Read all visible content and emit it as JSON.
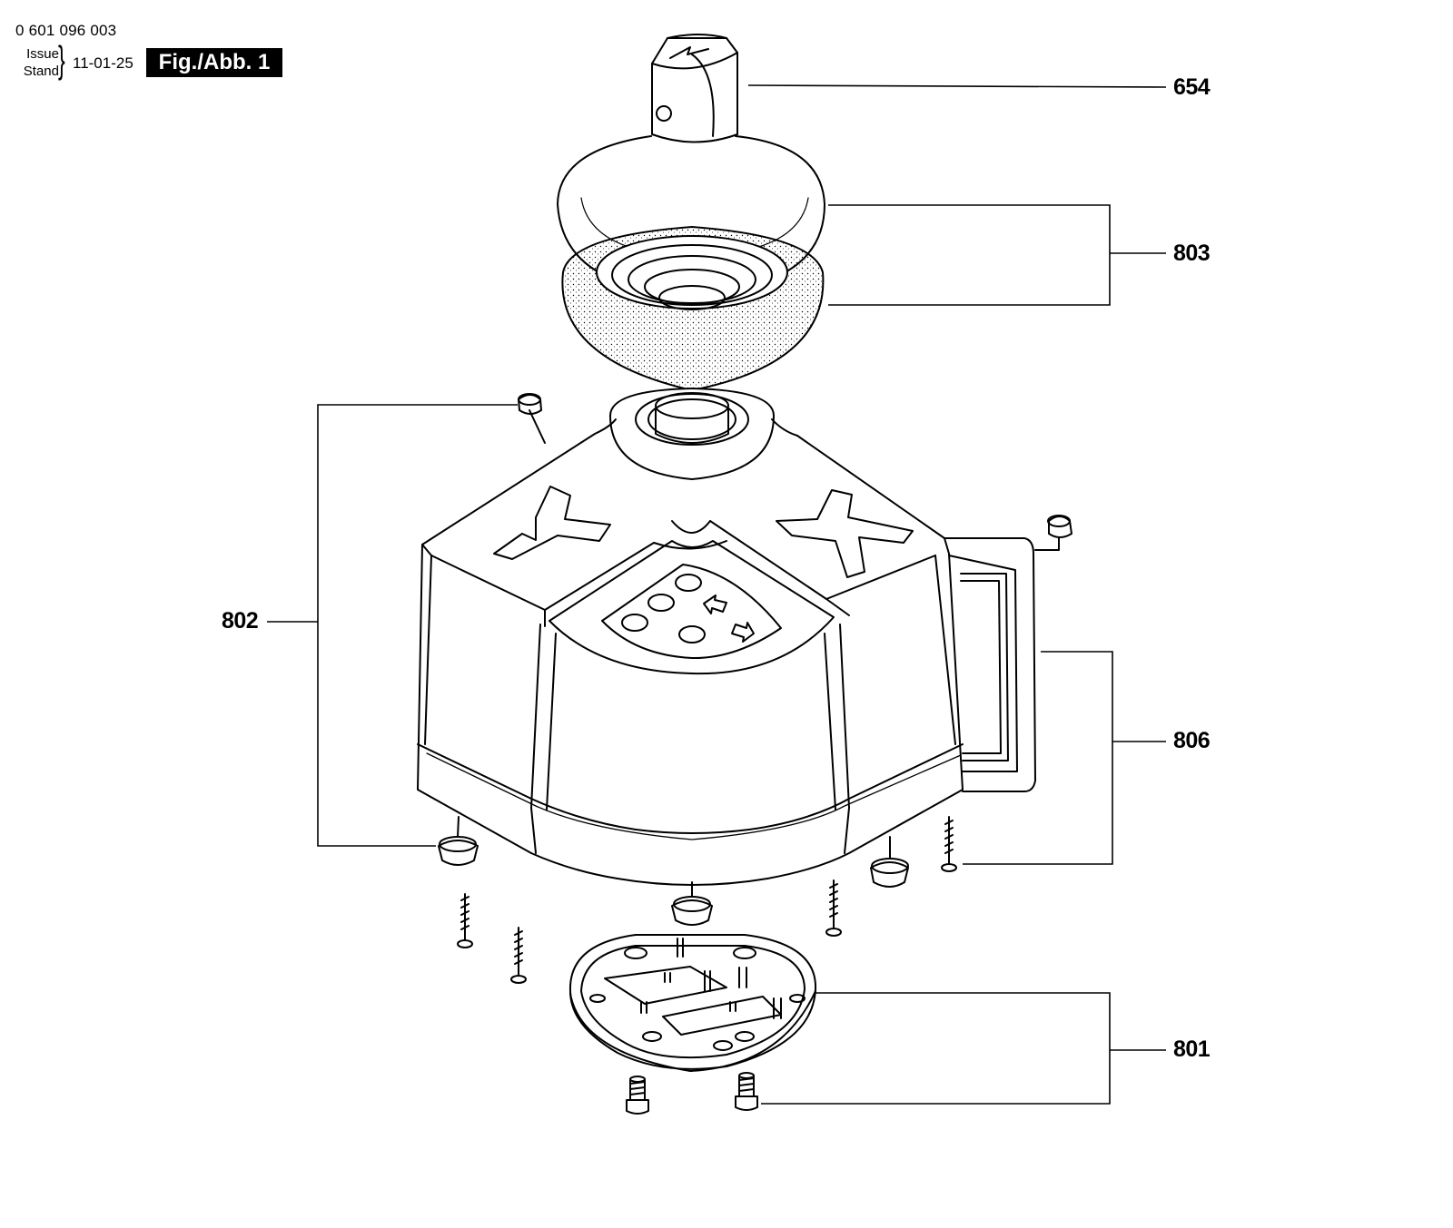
{
  "header": {
    "part_number": "0 601 096 003",
    "issue_label": "Issue",
    "stand_label": "Stand",
    "brace": "}",
    "date": "11-01-25",
    "figure_label": "Fig./Abb. 1"
  },
  "callouts": {
    "c654": "654",
    "c803": "803",
    "c802": "802",
    "c806": "806",
    "c801": "801"
  },
  "panel_labels": {
    "left": "Y",
    "right": "X"
  },
  "colors": {
    "line": "#000000",
    "background": "#ffffff",
    "figure_label_bg": "#000000",
    "figure_label_text": "#ffffff"
  }
}
